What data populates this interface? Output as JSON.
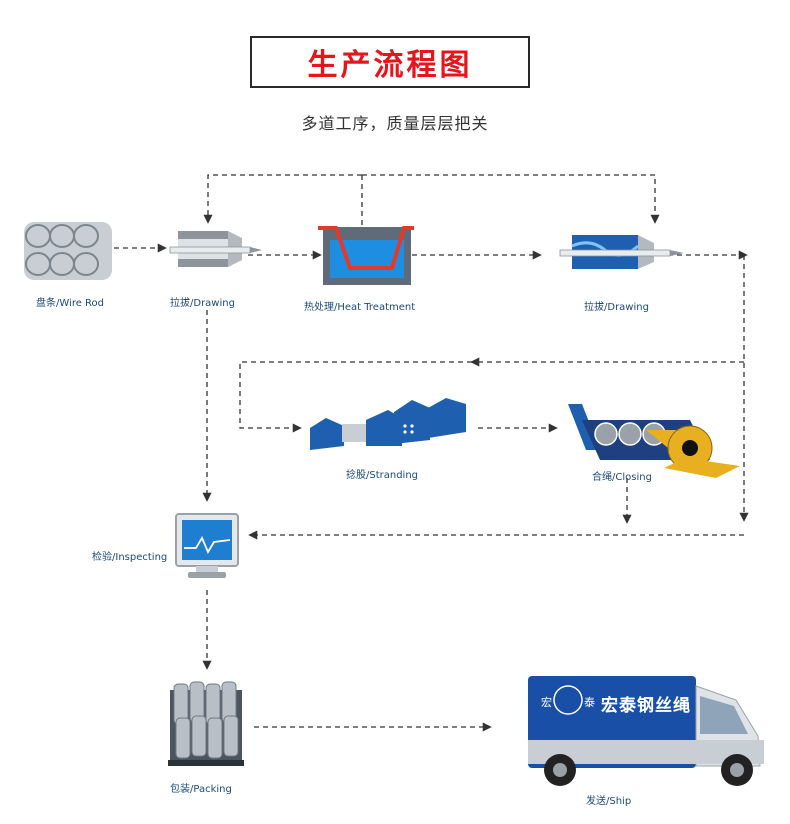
{
  "header": {
    "title": "生产流程图",
    "subtitle": "多道工序，质量层层把关"
  },
  "steps": {
    "wire_rod": "盘条/Wire Rod",
    "drawing_1": "拉拔/Drawing",
    "heat_treatment": "热处理/Heat Treatment",
    "drawing_2": "拉拔/Drawing",
    "stranding": "捻股/Stranding",
    "closing": "合绳/Closing",
    "inspecting": "检验/Inspecting",
    "packing": "包装/Packing",
    "ship": "发送/Ship"
  },
  "truck": {
    "brand_text": "宏泰钢丝绳",
    "logo_chars": [
      "宏",
      "泰"
    ]
  },
  "colors": {
    "title_red": "#e8141c",
    "arrow": "#333333",
    "machine_blue": "#1e5fb0",
    "label_blue": "#1b4a7a"
  }
}
